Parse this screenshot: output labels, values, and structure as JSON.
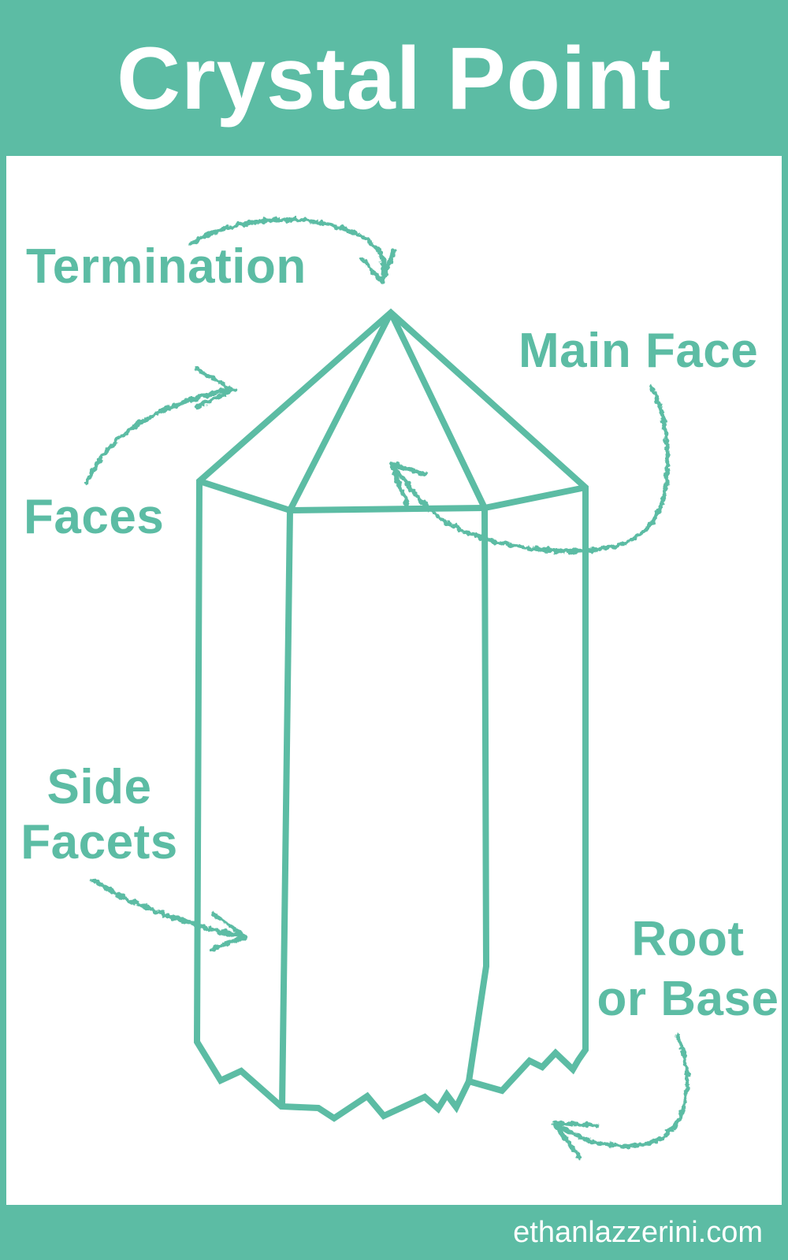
{
  "colors": {
    "accent": "#5CBCA4",
    "background": "#FFFFFF",
    "text_on_accent": "#FFFFFF"
  },
  "header": {
    "title": "Crystal Point"
  },
  "diagram": {
    "subject": "crystal-point-anatomy",
    "labels": {
      "termination": {
        "text": "Termination"
      },
      "main_face": {
        "text": "Main Face"
      },
      "faces": {
        "text": "Faces"
      },
      "side_facets": {
        "lines": [
          "Side",
          "Facets"
        ]
      },
      "root_or_base": {
        "lines": [
          "Root",
          "or Base"
        ]
      }
    },
    "arrows": [
      "termination-arrow",
      "faces-arrow",
      "main-face-arrow",
      "side-facets-arrow",
      "root-or-base-arrow"
    ]
  },
  "footer": {
    "watermark": "ethanlazzerini.com"
  }
}
